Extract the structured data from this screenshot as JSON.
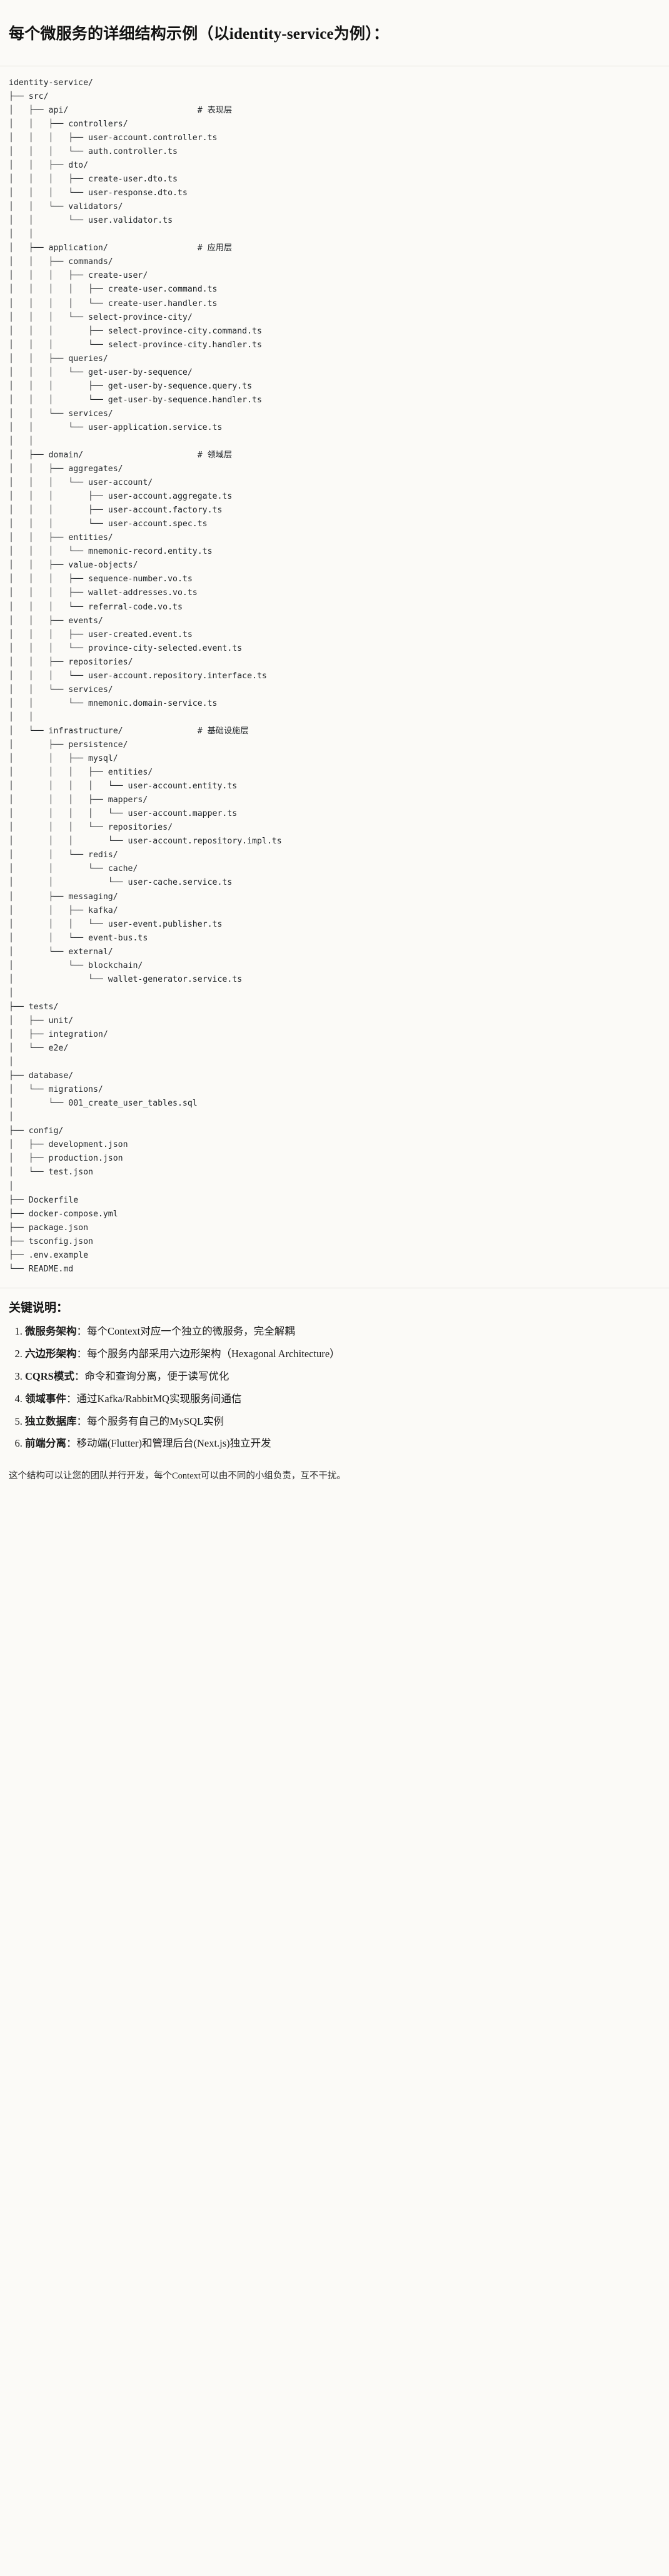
{
  "heading": "每个微服务的详细结构示例（以identity-service为例）：",
  "tree": {
    "root": "identity-service/",
    "comments": {
      "api": "# 表现层",
      "application": "# 应用层",
      "domain": "# 领域层",
      "infrastructure": "# 基础设施层"
    },
    "lines": [
      "identity-service/",
      "├── src/",
      "│   ├── api/                          # 表现层",
      "│   │   ├── controllers/",
      "│   │   │   ├── user-account.controller.ts",
      "│   │   │   └── auth.controller.ts",
      "│   │   ├── dto/",
      "│   │   │   ├── create-user.dto.ts",
      "│   │   │   └── user-response.dto.ts",
      "│   │   └── validators/",
      "│   │       └── user.validator.ts",
      "│   │",
      "│   ├── application/                  # 应用层",
      "│   │   ├── commands/",
      "│   │   │   ├── create-user/",
      "│   │   │   │   ├── create-user.command.ts",
      "│   │   │   │   └── create-user.handler.ts",
      "│   │   │   └── select-province-city/",
      "│   │   │       ├── select-province-city.command.ts",
      "│   │   │       └── select-province-city.handler.ts",
      "│   │   ├── queries/",
      "│   │   │   └── get-user-by-sequence/",
      "│   │   │       ├── get-user-by-sequence.query.ts",
      "│   │   │       └── get-user-by-sequence.handler.ts",
      "│   │   └── services/",
      "│   │       └── user-application.service.ts",
      "│   │",
      "│   ├── domain/                       # 领域层",
      "│   │   ├── aggregates/",
      "│   │   │   └── user-account/",
      "│   │   │       ├── user-account.aggregate.ts",
      "│   │   │       ├── user-account.factory.ts",
      "│   │   │       └── user-account.spec.ts",
      "│   │   ├── entities/",
      "│   │   │   └── mnemonic-record.entity.ts",
      "│   │   ├── value-objects/",
      "│   │   │   ├── sequence-number.vo.ts",
      "│   │   │   ├── wallet-addresses.vo.ts",
      "│   │   │   └── referral-code.vo.ts",
      "│   │   ├── events/",
      "│   │   │   ├── user-created.event.ts",
      "│   │   │   └── province-city-selected.event.ts",
      "│   │   ├── repositories/",
      "│   │   │   └── user-account.repository.interface.ts",
      "│   │   └── services/",
      "│   │       └── mnemonic.domain-service.ts",
      "│   │",
      "│   └── infrastructure/               # 基础设施层",
      "│       ├── persistence/",
      "│       │   ├── mysql/",
      "│       │   │   ├── entities/",
      "│       │   │   │   └── user-account.entity.ts",
      "│       │   │   ├── mappers/",
      "│       │   │   │   └── user-account.mapper.ts",
      "│       │   │   └── repositories/",
      "│       │   │       └── user-account.repository.impl.ts",
      "│       │   └── redis/",
      "│       │       └── cache/",
      "│       │           └── user-cache.service.ts",
      "│       ├── messaging/",
      "│       │   ├── kafka/",
      "│       │   │   └── user-event.publisher.ts",
      "│       │   └── event-bus.ts",
      "│       └── external/",
      "│           └── blockchain/",
      "│               └── wallet-generator.service.ts",
      "│",
      "├── tests/",
      "│   ├── unit/",
      "│   ├── integration/",
      "│   └── e2e/",
      "│",
      "├── database/",
      "│   └── migrations/",
      "│       └── 001_create_user_tables.sql",
      "│",
      "├── config/",
      "│   ├── development.json",
      "│   ├── production.json",
      "│   └── test.json",
      "│",
      "├── Dockerfile",
      "├── docker-compose.yml",
      "├── package.json",
      "├── tsconfig.json",
      "├── .env.example",
      "└── README.md"
    ]
  },
  "notes": {
    "title": "关键说明：",
    "items": [
      {
        "term": "微服务架构",
        "text": "：每个Context对应一个独立的微服务，完全解耦"
      },
      {
        "term": "六边形架构",
        "text": "：每个服务内部采用六边形架构（Hexagonal Architecture）"
      },
      {
        "term": "CQRS模式",
        "text": "：命令和查询分离，便于读写优化"
      },
      {
        "term": "领域事件",
        "text": "：通过Kafka/RabbitMQ实现服务间通信"
      },
      {
        "term": "独立数据库",
        "text": "：每个服务有自己的MySQL实例"
      },
      {
        "term": "前端分离",
        "text": "：移动端(Flutter)和管理后台(Next.js)独立开发"
      }
    ],
    "footer": "这个结构可以让您的团队并行开发，每个Context可以由不同的小组负责，互不干扰。"
  }
}
